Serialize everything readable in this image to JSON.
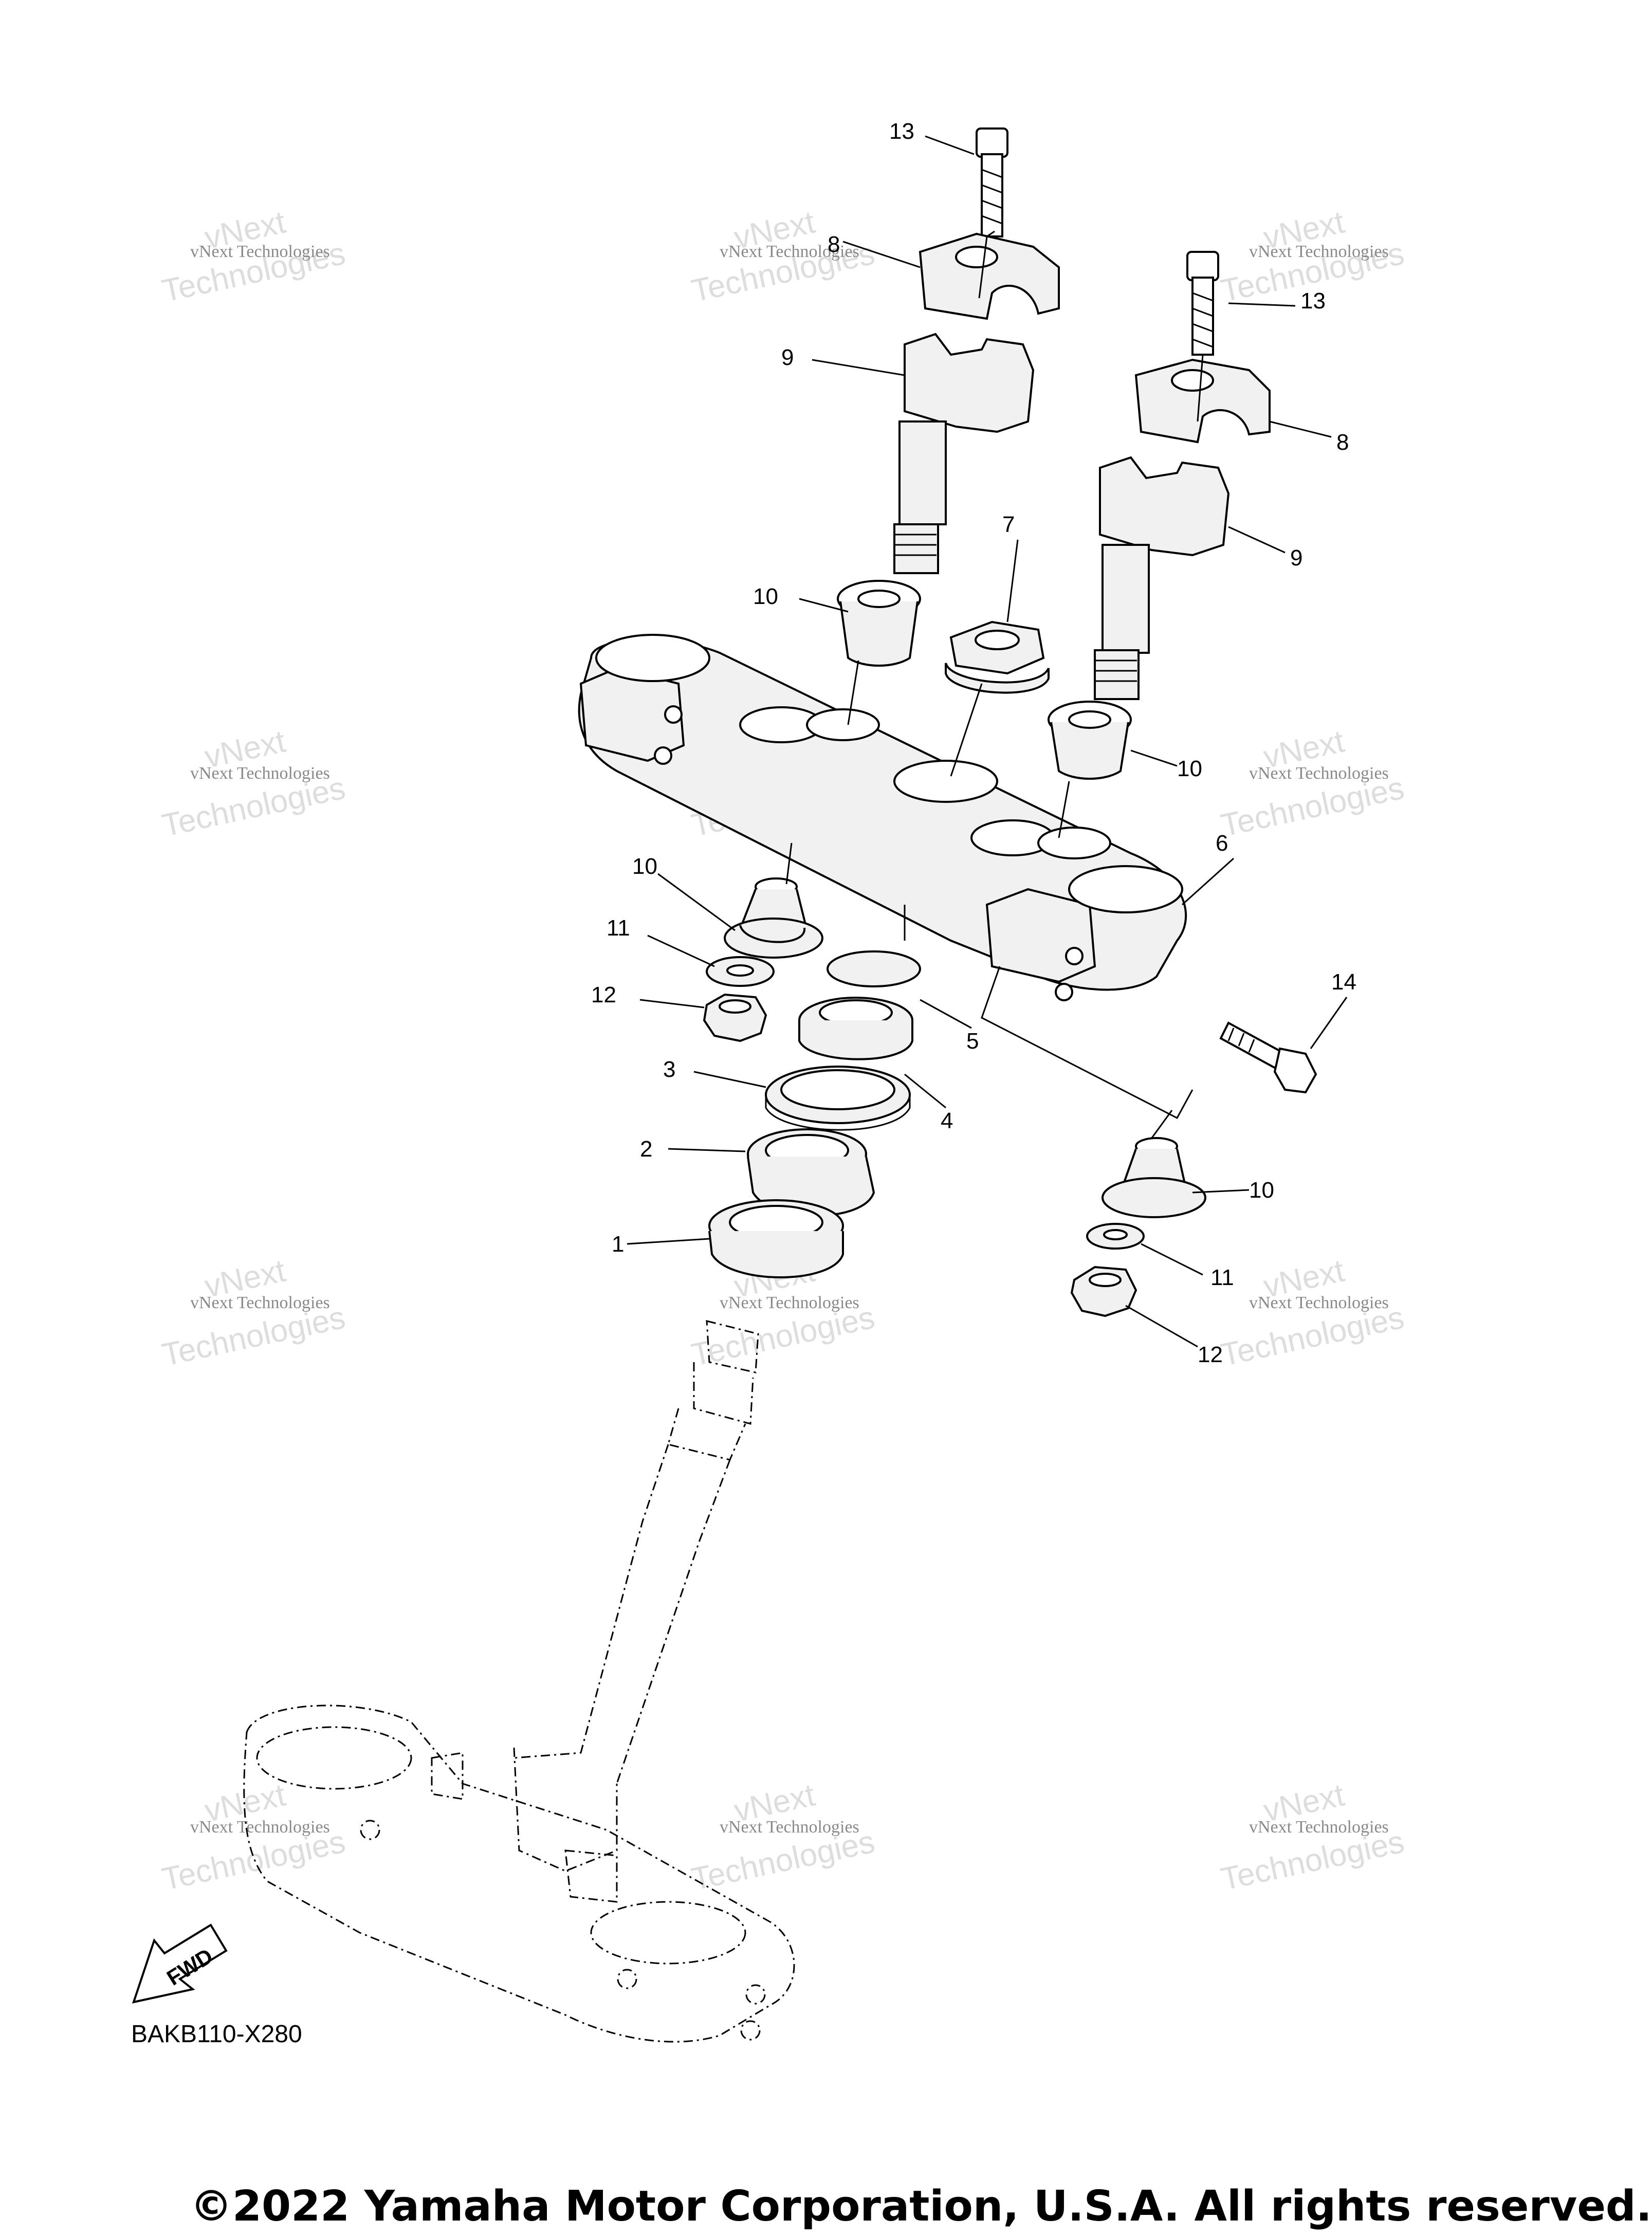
{
  "diagram_code": "BAKB110-X280",
  "copyright": "©2022 Yamaha Motor Corporation, U.S.A. All rights reserved.",
  "fwd_label": "FWD",
  "watermark": {
    "line1": "vNext Technologies",
    "line2": "vNext",
    "line3": "Technologies"
  },
  "callouts": [
    {
      "id": "13a",
      "label": "13"
    },
    {
      "id": "8a",
      "label": "8"
    },
    {
      "id": "9a",
      "label": "9"
    },
    {
      "id": "13b",
      "label": "13"
    },
    {
      "id": "8b",
      "label": "8"
    },
    {
      "id": "9b",
      "label": "9"
    },
    {
      "id": "7",
      "label": "7"
    },
    {
      "id": "10a",
      "label": "10"
    },
    {
      "id": "10b",
      "label": "10"
    },
    {
      "id": "6",
      "label": "6"
    },
    {
      "id": "10c",
      "label": "10"
    },
    {
      "id": "11a",
      "label": "11"
    },
    {
      "id": "12a",
      "label": "12"
    },
    {
      "id": "5",
      "label": "5"
    },
    {
      "id": "14",
      "label": "14"
    },
    {
      "id": "3",
      "label": "3"
    },
    {
      "id": "4",
      "label": "4"
    },
    {
      "id": "2",
      "label": "2"
    },
    {
      "id": "10d",
      "label": "10"
    },
    {
      "id": "1",
      "label": "1"
    },
    {
      "id": "11b",
      "label": "11"
    },
    {
      "id": "12b",
      "label": "12"
    }
  ]
}
